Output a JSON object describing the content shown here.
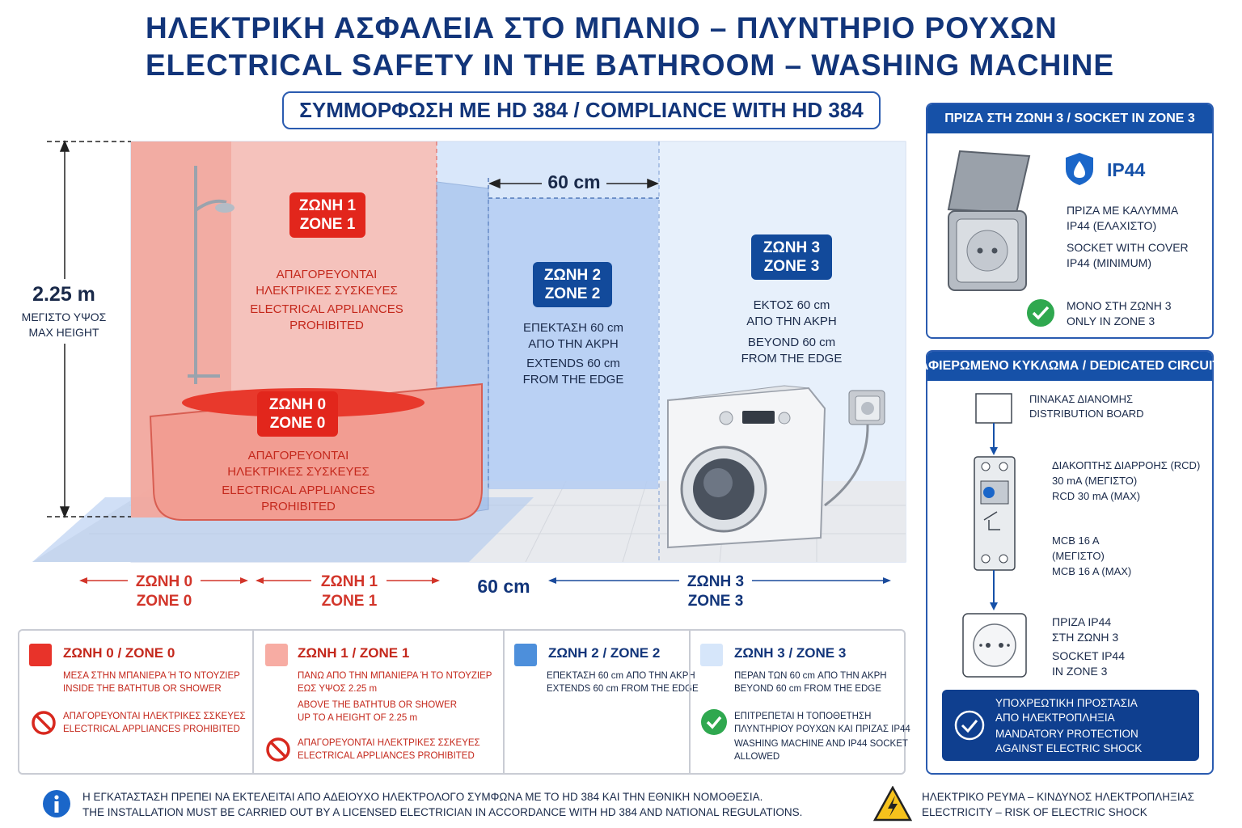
{
  "title_el": "ΗΛΕΚΤΡΙΚΗ ΑΣΦΑΛΕΙΑ ΣΤΟ ΜΠΑΝΙΟ – ΠΛΥΝΤΗΡΙΟ ΡΟΥΧΩΝ",
  "title_en": "ELECTRICAL SAFETY IN THE BATHROOM – WASHING MACHINE",
  "compliance": "ΣΥΜΜΟΡΦΩΣΗ ΜΕ HD 384 / COMPLIANCE WITH HD 384",
  "height": {
    "value": "2.25 m",
    "el": "ΜΕΓΙΣΤΟ ΥΨΟΣ",
    "en": "MAX HEIGHT"
  },
  "width_60": "60 cm",
  "zone1": {
    "el": "ΖΩΝΗ 1",
    "en": "ZONE 1",
    "t1": "ΑΠΑΓΟΡΕΥΟΝΤΑΙ",
    "t2": "ΗΛΕΚΤΡΙΚΕΣ ΣΥΣΚΕΥΕΣ",
    "t3": "ELECTRICAL APPLIANCES",
    "t4": "PROHIBITED"
  },
  "zone0": {
    "el": "ΖΩΝΗ 0",
    "en": "ZONE 0",
    "t1": "ΑΠΑΓΟΡΕΥΟΝΤΑΙ",
    "t2": "ΗΛΕΚΤΡΙΚΕΣ ΣΥΣΚΕΥΕΣ",
    "t3": "ELECTRICAL APPLIANCES",
    "t4": "PROHIBITED"
  },
  "zone2": {
    "el": "ΖΩΝΗ 2",
    "en": "ZONE 2",
    "t1": "ΕΠΕΚΤΑΣΗ 60 cm",
    "t2": "ΑΠΟ ΤΗΝ ΑΚΡΗ",
    "t3": "EXTENDS 60 cm",
    "t4": "FROM THE EDGE"
  },
  "zone3": {
    "el": "ΖΩΝΗ 3",
    "en": "ZONE 3",
    "t1": "ΕΚΤΟΣ 60 cm",
    "t2": "ΑΠΟ ΤΗΝ ΑΚΡΗ",
    "t3": "BEYOND 60 cm",
    "t4": "FROM THE EDGE"
  },
  "floor": {
    "z0_el": "ΖΩΝΗ 0",
    "z0_en": "ZONE 0",
    "z1_el": "ΖΩΝΗ 1",
    "z1_en": "ZONE 1",
    "w60": "60 cm",
    "z3_el": "ΖΩΝΗ 3",
    "z3_en": "ZONE 3"
  },
  "legend": {
    "z0": {
      "title": "ΖΩΝΗ 0 / ZONE 0",
      "l1": "ΜΕΣΑ ΣΤΗΝ ΜΠΑΝΙΕΡΑ Ή ΤΟ ΝΤΟΥΖΙΕΡ",
      "l2": "INSIDE THE BATHTUB OR SHOWER",
      "p1": "ΑΠΑΓΟΡΕΥΟΝΤΑΙ ΗΛΕΚΤΡΙΚΕΣ ΣΣΚΕΥΕΣ",
      "p2": "ELECTRICAL APPLIANCES PROHIBITED"
    },
    "z1": {
      "title": "ΖΩΝΗ 1 / ZONE 1",
      "l1": "ΠΑΝΩ ΑΠΟ ΤΗΝ ΜΠΑΝΙΕΡΑ Ή ΤΟ ΝΤΟΥΖΙΕΡ",
      "l2": "ΕΩΣ ΥΨΟΣ 2.25 m",
      "l3": "ABOVE THE BATHTUB OR SHOWER",
      "l4": "UP TO A HEIGHT OF 2.25 m",
      "p1": "ΑΠΑΓΟΡΕΥΟΝΤΑΙ ΗΛΕΚΤΡΙΚΕΣ ΣΣΚΕΥΕΣ",
      "p2": "ELECTRICAL APPLIANCES PROHIBITED"
    },
    "z2": {
      "title": "ΖΩΝΗ 2 / ZONE 2",
      "l1": "ΕΠΕΚΤΑΣΗ 60 cm ΑΠΟ ΤΗΝ ΑΚΡΗ",
      "l2": "EXTENDS 60 cm FROM THE EDGE"
    },
    "z3": {
      "title": "ΖΩΝΗ 3 / ZONE 3",
      "l1": "ΠΕΡΑΝ ΤΩΝ 60 cm ΑΠΟ ΤΗΝ ΑΚΡΗ",
      "l2": "BEYOND 60 cm FROM THE EDGE",
      "a1": "ΕΠΙΤΡΕΠΕΤΑΙ Η ΤΟΠΟΘΕΤΗΣΗ",
      "a2": "ΠΛΥΝΤΗΡΙΟΥ ΡΟΥΧΩΝ ΚΑΙ ΠΡΙΖΑΣ IP44",
      "a3": "WASHING MACHINE AND IP44 SOCKET",
      "a4": "ALLOWED"
    },
    "colors": {
      "z0": "#e8332a",
      "z1": "#f7aca3",
      "z2": "#4d8fdb",
      "z3": "#d6e6fa"
    }
  },
  "socket_card": {
    "header": "ΠΡΙΖΑ ΣΤΗ ΖΩΝΗ 3 / SOCKET IN ZONE 3",
    "ip": "IP44",
    "d1": "ΠΡΙΖΑ ΜΕ ΚΑΛΥΜΜΑ",
    "d2": "IP44 (ΕΛΑΧΙΣΤΟ)",
    "d3": "SOCKET WITH COVER",
    "d4": "IP44 (MINIMUM)",
    "o1": "ΜΟΝΟ ΣΤΗ ΖΩΝΗ 3",
    "o2": "ONLY IN ZONE 3"
  },
  "circuit_card": {
    "header": "ΑΦΙΕΡΩΜΕΝΟ ΚΥΚΛΩΜΑ / DEDICATED CIRCUIT",
    "board1": "ΠΙΝΑΚΑΣ ΔΙΑΝΟΜΗΣ",
    "board2": "DISTRIBUTION BOARD",
    "rcd1": "ΔΙΑΚΟΠΤΗΣ ΔΙΑΡΡΟΗΣ (RCD)",
    "rcd2": "30 mA (ΜΕΓΙΣΤΟ)",
    "rcd3": "RCD 30 mA (MAX)",
    "mcb1": "MCB 16 A",
    "mcb2": "(ΜΕΓΙΣΤΟ)",
    "mcb3": "MCB 16 A (MAX)",
    "s1": "ΠΡΙΖΑ IP44",
    "s2": "ΣΤΗ ΖΩΝΗ 3",
    "s3": "SOCKET IP44",
    "s4": "IN ZONE 3",
    "m1": "ΥΠΟΧΡΕΩΤΙΚΗ ΠΡΟΣΤΑΣΙΑ",
    "m2": "ΑΠΟ ΗΛΕΚΤΡΟΠΛΗΞΙΑ",
    "m3": "MANDATORY PROTECTION",
    "m4": "AGAINST ELECTRIC SHOCK"
  },
  "footer": {
    "info_el": "Η ΕΓΚΑΤΑΣΤΑΣΗ ΠΡΕΠΕΙ ΝΑ ΕΚΤΕΛΕΙΤΑΙ ΑΠΟ ΑΔΕΙΟΥΧΟ ΗΛΕΚΤΡΟΛΟΓΟ ΣΥΜΦΩΝΑ ΜΕ ΤΟ HD 384 ΚΑΙ ΤΗΝ ΕΘΝΙΚΗ ΝΟΜΟΘΕΣΙΑ.",
    "info_en": "THE INSTALLATION MUST BE CARRIED OUT BY A LICENSED ELECTRICIAN IN ACCORDANCE WITH HD 384 AND NATIONAL REGULATIONS.",
    "warn_el": "ΗΛΕΚΤΡΙΚΟ ΡΕΥΜΑ – ΚΙΝΔΥΝΟΣ ΗΛΕΚΤΡΟΠΛΗΞΙΑΣ",
    "warn_en": "ELECTRICITY – RISK OF ELECTRIC SHOCK"
  }
}
